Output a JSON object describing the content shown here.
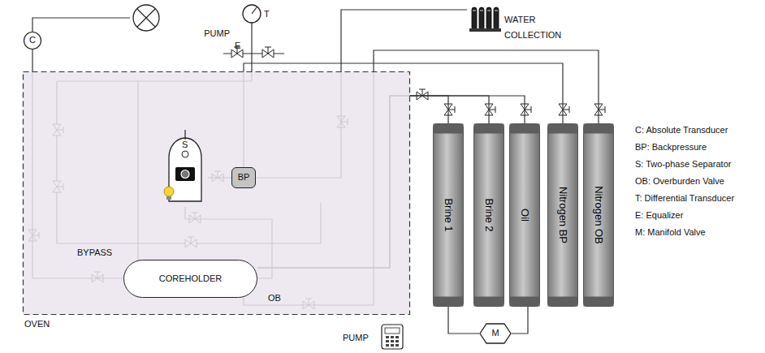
{
  "diagram": {
    "nodes": [
      {
        "text": [
          "OVEN"
        ]
      },
      {
        "text": [
          "C"
        ]
      },
      {
        "text": [
          "PUMP"
        ]
      },
      {
        "text": [
          "T"
        ]
      },
      {
        "text": [
          "WATER COLLECTION"
        ]
      },
      {
        "text": [
          "S"
        ],
        "in": 0
      },
      {
        "text": [
          "BP"
        ],
        "in": 0
      },
      {
        "text": [
          "COREHOLDER"
        ],
        "in": 0
      },
      {
        "text": [
          "Brine 1"
        ]
      },
      {
        "text": [
          "Brine 2"
        ]
      },
      {
        "text": [
          "Oil"
        ]
      },
      {
        "text": [
          "Nitrogen BP"
        ]
      },
      {
        "text": [
          "Nitrogen OB"
        ]
      },
      {
        "text": [
          "PUMP"
        ]
      },
      {
        "text": [
          "M"
        ]
      }
    ],
    "edges": [
      {
        "from": 2,
        "to": 1,
        "arrow": "none"
      },
      {
        "from": 1,
        "to": 7,
        "arrow": "none"
      },
      {
        "from": 3,
        "to": 7,
        "arrow": "none"
      },
      {
        "from": 7,
        "to": 5,
        "arrow": "none"
      },
      {
        "from": 5,
        "to": 6,
        "arrow": "none"
      },
      {
        "from": 6,
        "to": 4,
        "arrow": "none"
      },
      {
        "from": 11,
        "to": 6,
        "arrow": "none"
      },
      {
        "from": 12,
        "to": 7,
        "arrow": "none"
      },
      {
        "from": 8,
        "to": 7,
        "arrow": "none"
      },
      {
        "from": 9,
        "to": 7,
        "arrow": "none"
      },
      {
        "from": 10,
        "to": 7,
        "arrow": "none"
      },
      {
        "from": 8,
        "to": 14,
        "arrow": "none"
      },
      {
        "from": 10,
        "to": 14,
        "arrow": "none"
      }
    ],
    "labels": [
      "E",
      "BYPASS",
      "OB"
    ],
    "legend": [
      {
        "text": "C: Absolute Transducer"
      },
      {
        "text": "BP: Backpressure"
      },
      {
        "text": "S: Two-phase Separator"
      },
      {
        "text": "OB: Overburden Valve"
      },
      {
        "text": "T: Differential Transducer"
      },
      {
        "text": "E: Equalizer"
      },
      {
        "text": "M: Manifold Valve"
      }
    ]
  }
}
